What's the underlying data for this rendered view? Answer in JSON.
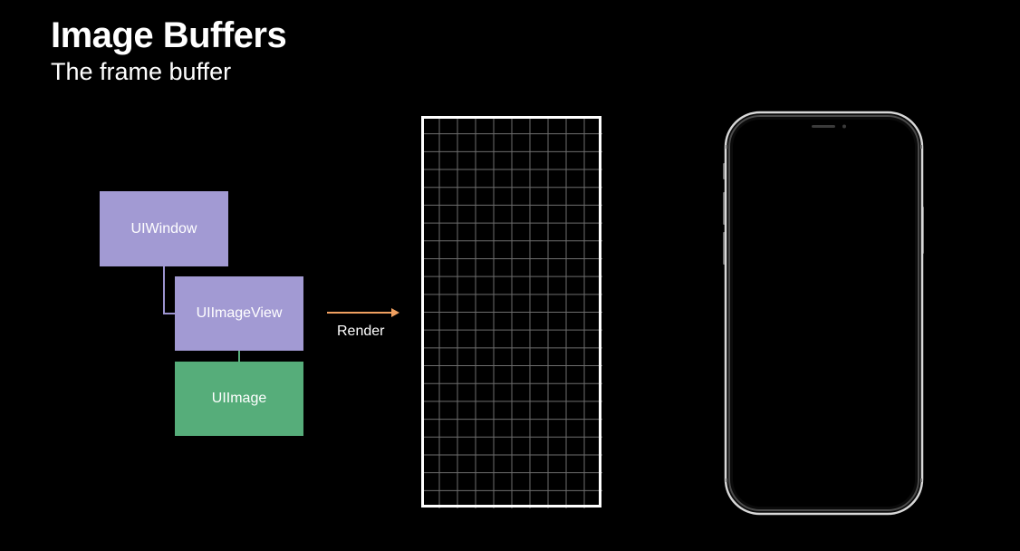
{
  "slide": {
    "title": "Image Buffers",
    "subtitle": "The frame buffer"
  },
  "hierarchy": {
    "window_label": "UIWindow",
    "image_view_label": "UIImageView",
    "image_label": "UIImage"
  },
  "render": {
    "label": "Render"
  },
  "colors": {
    "background": "#000000",
    "view_box": "#a29ad3",
    "image_box": "#56ad7a",
    "arrow": "#f0a060",
    "grid_lines": "#6e6e6e"
  },
  "icons": {
    "arrow": "right-arrow-icon",
    "device": "iphone-outline-icon"
  }
}
